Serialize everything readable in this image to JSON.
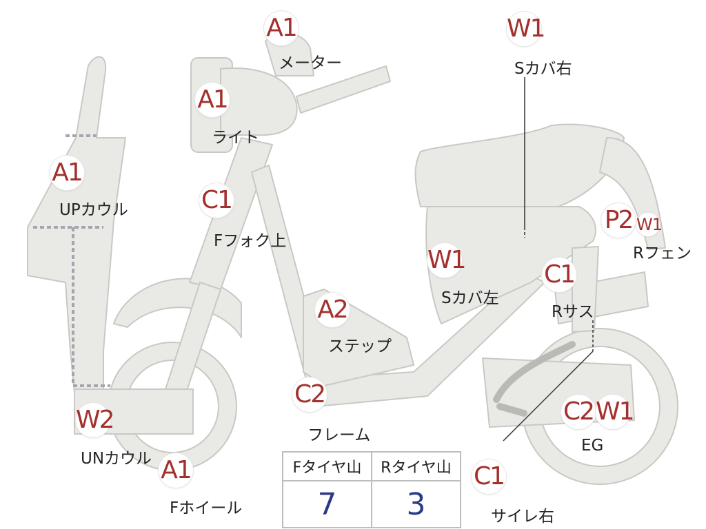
{
  "parts": {
    "meter": {
      "code": "A1",
      "name": "メーター"
    },
    "light": {
      "code": "A1",
      "name": "ライト"
    },
    "up_cowl": {
      "code": "A1",
      "name": "UPカウル"
    },
    "fork_upper": {
      "code": "C1",
      "name": "Fフォク上"
    },
    "un_cowl": {
      "code": "W2",
      "name": "UNカウル"
    },
    "front_wheel": {
      "code": "A1",
      "name": "Fホイール"
    },
    "step": {
      "code": "A2",
      "name": "ステップ"
    },
    "frame": {
      "code": "C2",
      "name": "フレーム"
    },
    "side_cover_l": {
      "code": "W1",
      "name": "Sカバ左"
    },
    "side_cover_r": {
      "code": "W1",
      "name": "Sカバ右"
    },
    "rear_fender": {
      "codes": [
        "P2",
        "W1"
      ],
      "name": "Rフェン"
    },
    "rear_sus": {
      "code": "C1",
      "name": "Rサス"
    },
    "engine": {
      "codes": [
        "C2",
        "W1"
      ],
      "name": "EG"
    },
    "muffler_r": {
      "code": "C1",
      "name": "サイレ右"
    }
  },
  "tire_table": {
    "headers": [
      "Fタイヤ山",
      "Rタイヤ山"
    ],
    "values": [
      "7",
      "3"
    ]
  },
  "colors": {
    "badge_text": "#a3302c",
    "table_value": "#2b3a86",
    "body_fill": "#e9e9e6",
    "outline": "#bdbdbd"
  }
}
